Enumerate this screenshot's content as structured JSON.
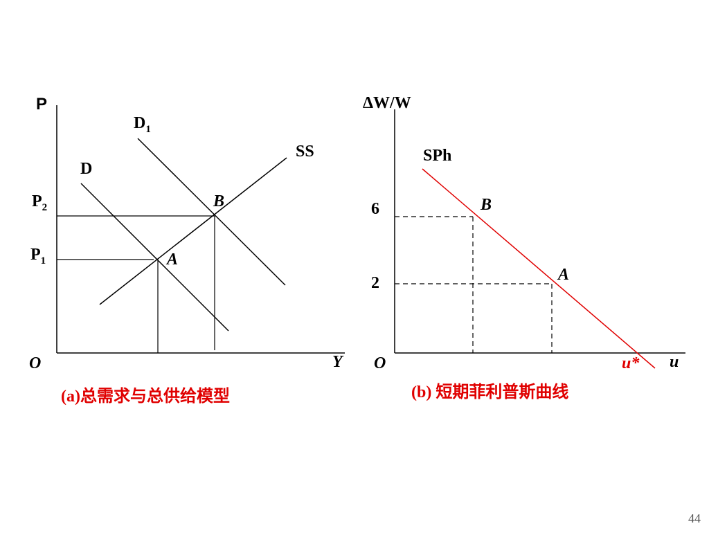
{
  "colors": {
    "accent": "#e00000",
    "line": "#000000"
  },
  "panel_a": {
    "caption": "(a)总需求与总供给模型",
    "axis_y_label": "P",
    "axis_x_label": "Y",
    "origin_label": "O",
    "curve_d1_base": "D",
    "curve_d1_sub": "1",
    "curve_d_label": "D",
    "curve_ss_label": "SS",
    "p2_base": "P",
    "p2_sub": "2",
    "p1_base": "P",
    "p1_sub": "1",
    "point_b_label": "B",
    "point_a_label": "A"
  },
  "panel_b": {
    "caption": "(b)  短期菲利普斯曲线",
    "axis_y_label": "ΔW/W",
    "axis_x_label": "u",
    "origin_label": "O",
    "curve_label": "SPh",
    "tick_6": "6",
    "tick_2": "2",
    "point_b_label": "B",
    "point_a_label": "A",
    "natural_rate_label": "u*"
  },
  "page_number": "44"
}
